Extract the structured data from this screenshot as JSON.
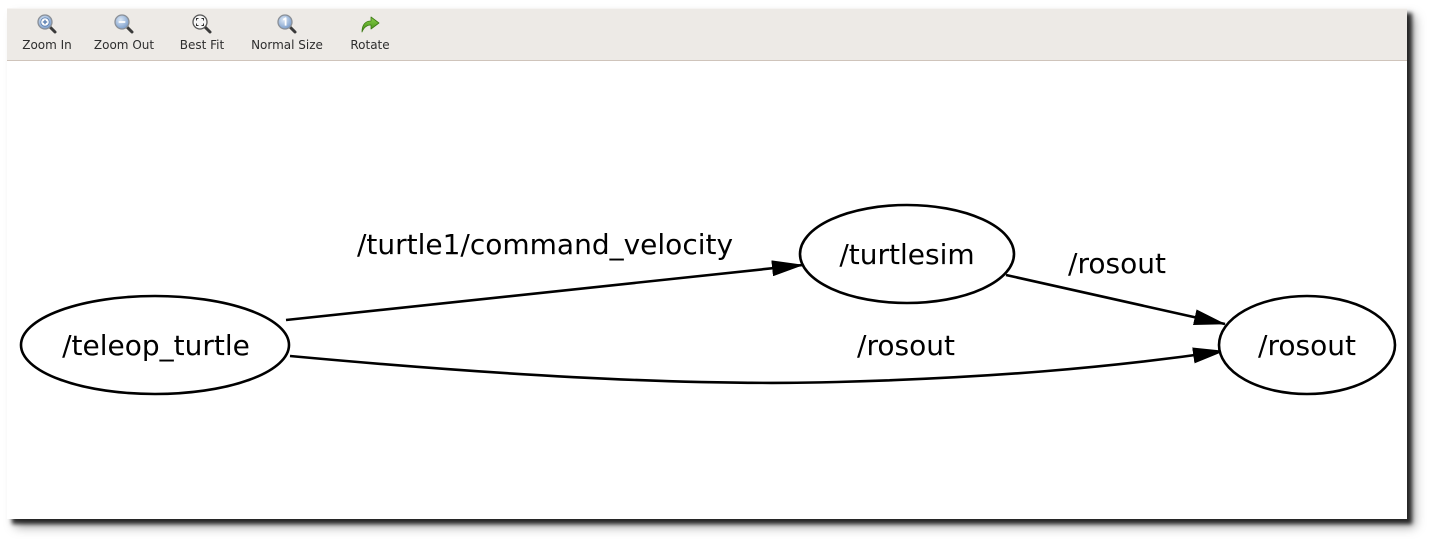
{
  "toolbar": {
    "buttons": [
      {
        "id": "zoom-in",
        "label": "Zoom In",
        "icon": "zoom-in-icon"
      },
      {
        "id": "zoom-out",
        "label": "Zoom Out",
        "icon": "zoom-out-icon"
      },
      {
        "id": "best-fit",
        "label": "Best Fit",
        "icon": "best-fit-icon"
      },
      {
        "id": "normal-size",
        "label": "Normal Size",
        "icon": "normal-size-icon"
      },
      {
        "id": "rotate",
        "label": "Rotate",
        "icon": "rotate-icon"
      }
    ]
  },
  "graph": {
    "nodes": [
      {
        "id": "teleop_turtle",
        "label": "/teleop_turtle"
      },
      {
        "id": "turtlesim",
        "label": "/turtlesim"
      },
      {
        "id": "rosout",
        "label": "/rosout"
      }
    ],
    "edges": [
      {
        "from": "teleop_turtle",
        "to": "turtlesim",
        "label": "/turtle1/command_velocity"
      },
      {
        "from": "turtlesim",
        "to": "rosout",
        "label": "/rosout"
      },
      {
        "from": "teleop_turtle",
        "to": "rosout",
        "label": "/rosout"
      }
    ]
  },
  "colors": {
    "toolbar_bg": "#edeae6",
    "icon_blue": "#8fb0d8",
    "rotate_green": "#5aa51f"
  }
}
